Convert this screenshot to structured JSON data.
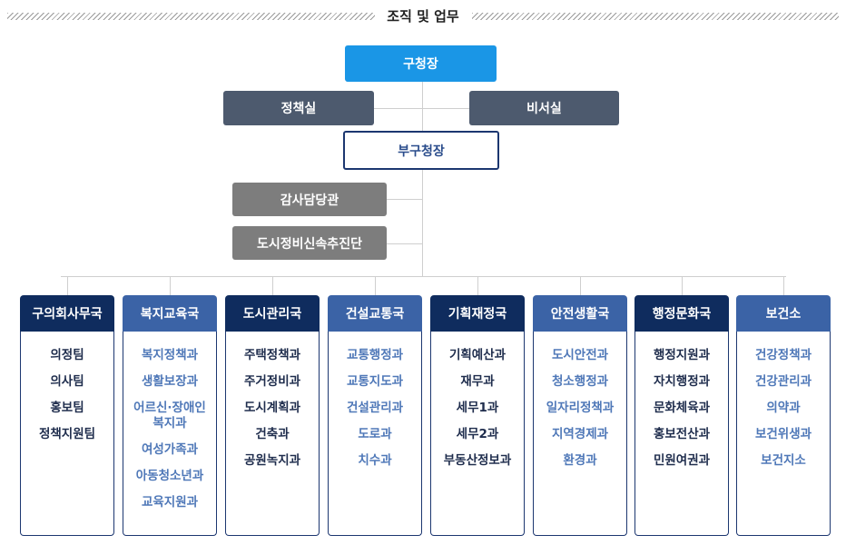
{
  "page_title": "조직 및 업무",
  "top": {
    "head": "구청장",
    "staff_left": "정책실",
    "staff_right": "비서실",
    "deputy": "부구청장",
    "attached": [
      "감사담당관",
      "도시정비신속추진단"
    ]
  },
  "colors": {
    "head": "#1a96e6",
    "staff": "#4d5a6e",
    "attached": "#7d7d7d",
    "deputy_border": "#1c3770",
    "dept_dark": "#0f2c5e",
    "dept_light": "#3b63a6"
  },
  "departments": [
    {
      "name": "구의회사무국",
      "units": [
        "의정팀",
        "의사팀",
        "홍보팀",
        "정책지원팀"
      ]
    },
    {
      "name": "복지교육국",
      "units": [
        "복지정책과",
        "생활보장과",
        "어르신·장애인\n복지과",
        "여성가족과",
        "아동청소년과",
        "교육지원과"
      ]
    },
    {
      "name": "도시관리국",
      "units": [
        "주택정책과",
        "주거정비과",
        "도시계획과",
        "건축과",
        "공원녹지과"
      ]
    },
    {
      "name": "건설교통국",
      "units": [
        "교통행정과",
        "교통지도과",
        "건설관리과",
        "도로과",
        "치수과"
      ]
    },
    {
      "name": "기획재정국",
      "units": [
        "기획예산과",
        "재무과",
        "세무1과",
        "세무2과",
        "부동산정보과"
      ]
    },
    {
      "name": "안전생활국",
      "units": [
        "도시안전과",
        "청소행정과",
        "일자리정책과",
        "지역경제과",
        "환경과"
      ]
    },
    {
      "name": "행정문화국",
      "units": [
        "행정지원과",
        "자치행정과",
        "문화체육과",
        "홍보전산과",
        "민원여권과"
      ]
    },
    {
      "name": "보건소",
      "units": [
        "건강정책과",
        "건강관리과",
        "의약과",
        "보건위생과",
        "보건지소"
      ]
    }
  ]
}
